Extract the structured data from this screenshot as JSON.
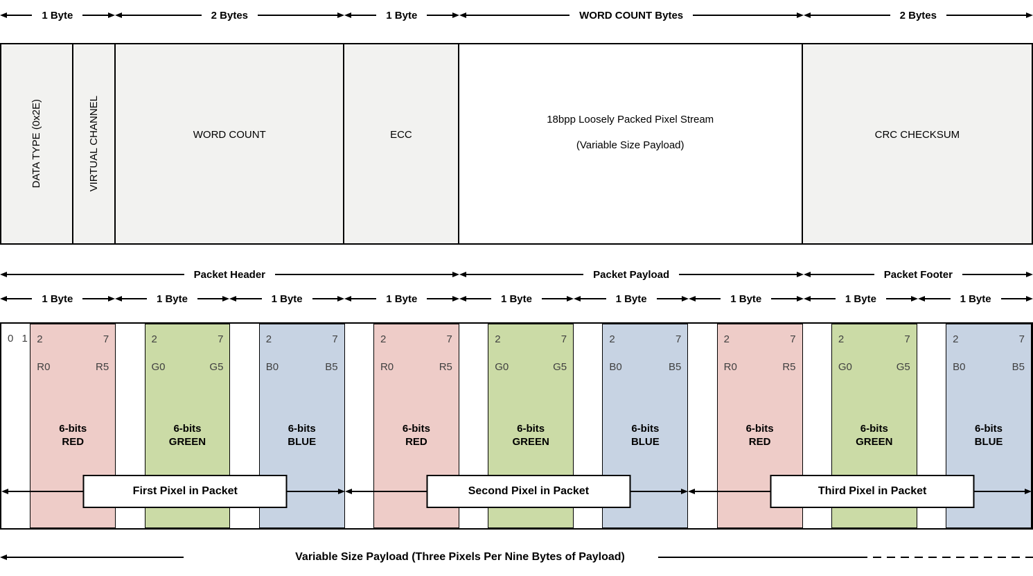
{
  "top_byte_widths": [
    {
      "label": "1 Byte"
    },
    {
      "label": "2 Bytes"
    },
    {
      "label": "1 Byte"
    },
    {
      "label": "WORD COUNT Bytes"
    },
    {
      "label": "2 Bytes"
    }
  ],
  "packet_table": {
    "data_type": "DATA TYPE (0x2E)",
    "virtual_channel": "VIRTUAL CHANNEL",
    "word_count": "WORD COUNT",
    "ecc": "ECC",
    "payload_line1": "18bpp Loosely Packed Pixel Stream",
    "payload_line2": "(Variable Size Payload)",
    "crc": "CRC CHECKSUM"
  },
  "packet_sections": [
    {
      "label": "Packet Header"
    },
    {
      "label": "Packet Payload"
    },
    {
      "label": "Packet Footer"
    }
  ],
  "byte_row": {
    "label": "1 Byte",
    "count": 9
  },
  "pixel_stream": {
    "unused_bits": "0 1",
    "bytes": [
      {
        "bit_start": "2",
        "bit_end": "7",
        "sig_start": "R0",
        "sig_end": "R5",
        "label_top": "6-bits",
        "label_bottom": "RED",
        "color": "red"
      },
      {
        "bit_start": "2",
        "bit_end": "7",
        "sig_start": "G0",
        "sig_end": "G5",
        "label_top": "6-bits",
        "label_bottom": "GREEN",
        "color": "green"
      },
      {
        "bit_start": "2",
        "bit_end": "7",
        "sig_start": "B0",
        "sig_end": "B5",
        "label_top": "6-bits",
        "label_bottom": "BLUE",
        "color": "blue"
      },
      {
        "bit_start": "2",
        "bit_end": "7",
        "sig_start": "R0",
        "sig_end": "R5",
        "label_top": "6-bits",
        "label_bottom": "RED",
        "color": "red"
      },
      {
        "bit_start": "2",
        "bit_end": "7",
        "sig_start": "G0",
        "sig_end": "G5",
        "label_top": "6-bits",
        "label_bottom": "GREEN",
        "color": "green"
      },
      {
        "bit_start": "2",
        "bit_end": "7",
        "sig_start": "B0",
        "sig_end": "B5",
        "label_top": "6-bits",
        "label_bottom": "BLUE",
        "color": "blue"
      },
      {
        "bit_start": "2",
        "bit_end": "7",
        "sig_start": "R0",
        "sig_end": "R5",
        "label_top": "6-bits",
        "label_bottom": "RED",
        "color": "red"
      },
      {
        "bit_start": "2",
        "bit_end": "7",
        "sig_start": "G0",
        "sig_end": "G5",
        "label_top": "6-bits",
        "label_bottom": "GREEN",
        "color": "green"
      },
      {
        "bit_start": "2",
        "bit_end": "7",
        "sig_start": "B0",
        "sig_end": "B5",
        "label_top": "6-bits",
        "label_bottom": "BLUE",
        "color": "blue"
      }
    ],
    "pixel_labels": [
      {
        "label": "First Pixel in Packet"
      },
      {
        "label": "Second Pixel in Packet"
      },
      {
        "label": "Third Pixel in Packet"
      }
    ]
  },
  "bottom_note": "Variable Size Payload (Three Pixels Per Nine Bytes of Payload)",
  "colors": {
    "red_field": "#eeccc8",
    "green_field": "#cbdba6",
    "blue_field": "#c7d3e3",
    "header_cell": "#f2f2f0",
    "payload_cell": "#ffffff",
    "border": "#000000"
  }
}
